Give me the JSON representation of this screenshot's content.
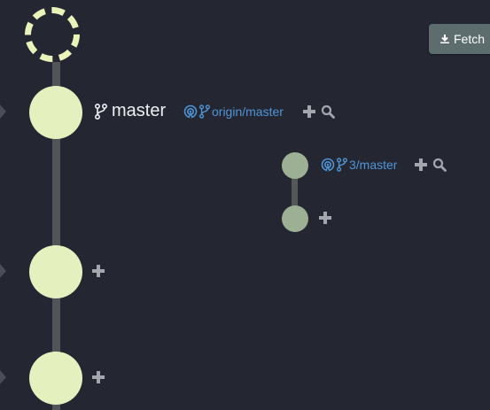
{
  "graph": {
    "local_branch": {
      "label": "master",
      "icon": "branch-icon"
    },
    "remote_refs": [
      {
        "label": "origin/master",
        "icons": [
          "remote-icon",
          "branch-icon"
        ]
      },
      {
        "label": "3/master",
        "icons": [
          "remote-icon",
          "branch-icon"
        ]
      }
    ]
  },
  "toolbar": {
    "fetch_label": "Fetch",
    "fetch_icon": "download-icon"
  },
  "colors": {
    "background": "#242632",
    "commit_node": "#e4f1bf",
    "remote_node": "#9db094",
    "ref_link": "#4f95d6",
    "fetch_button": "#5d6c6c"
  }
}
